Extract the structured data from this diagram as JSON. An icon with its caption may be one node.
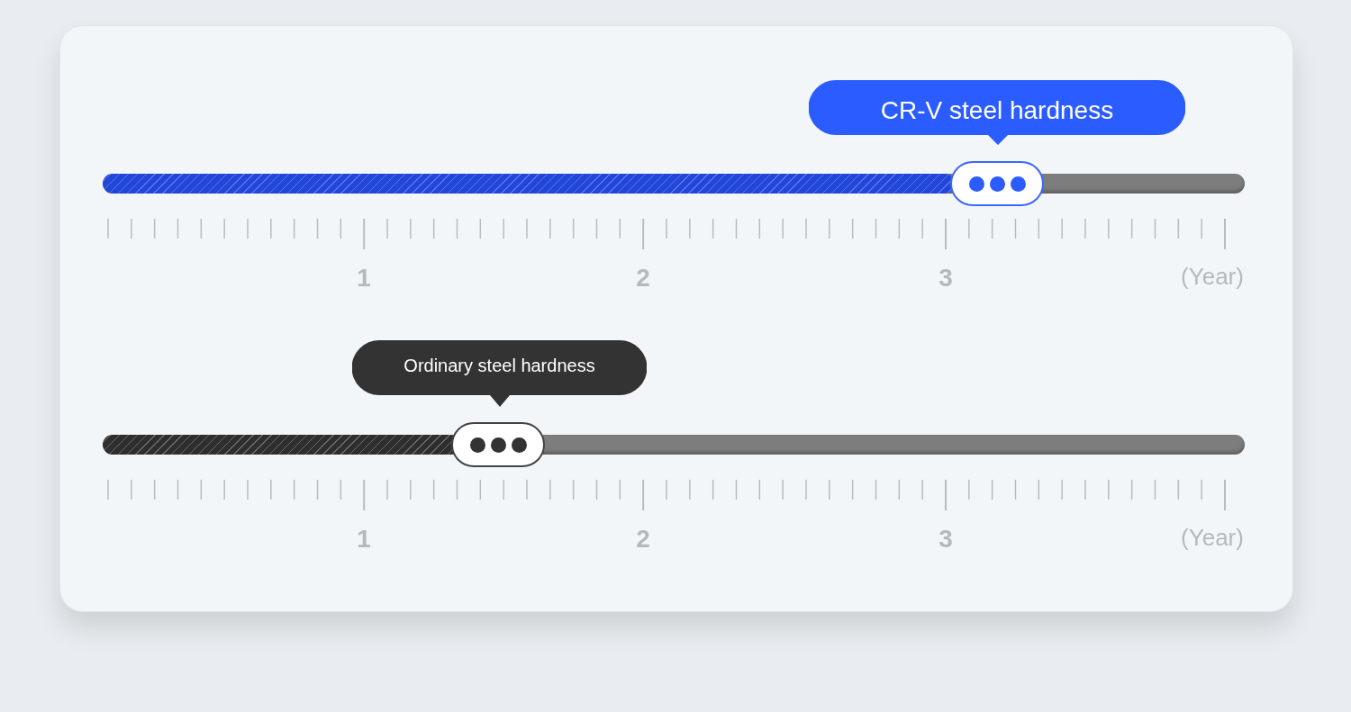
{
  "diagram": {
    "nodes": [
      {
        "text": [
          "CR-V steel hardness"
        ]
      },
      {
        "text": [
          "Ordinary steel hardness"
        ]
      }
    ],
    "labels": [
      "1",
      "2",
      "3",
      "(Year)",
      "1",
      "2",
      "3",
      "(Year)"
    ]
  }
}
